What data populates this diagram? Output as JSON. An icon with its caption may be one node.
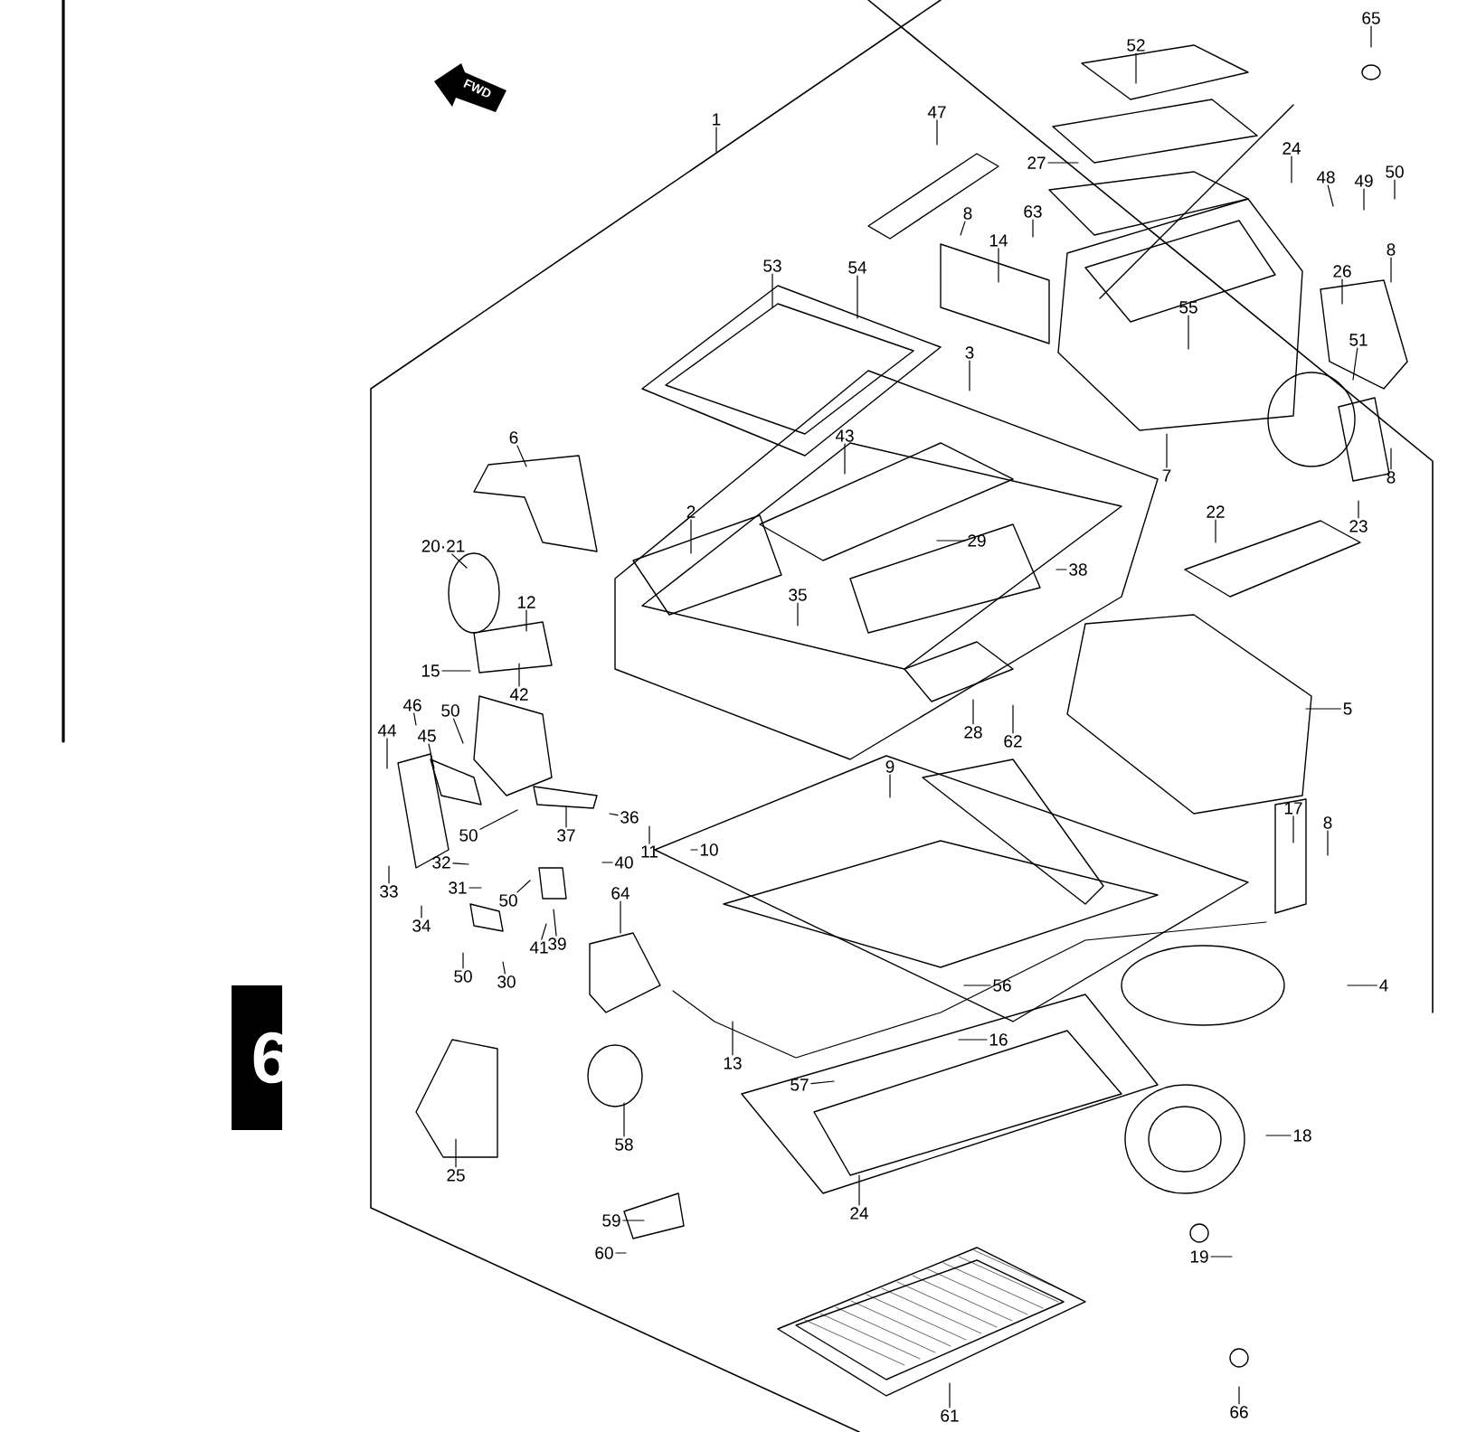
{
  "diagram": {
    "nodes": [
      {
        "text": [
          "1"
        ]
      },
      {
        "text": [
          "65"
        ]
      },
      {
        "text": [
          "52"
        ]
      },
      {
        "text": [
          "47"
        ]
      },
      {
        "text": [
          "27"
        ]
      },
      {
        "text": [
          "24"
        ]
      },
      {
        "text": [
          "48"
        ]
      },
      {
        "text": [
          "49"
        ]
      },
      {
        "text": [
          "50"
        ]
      },
      {
        "text": [
          "8"
        ]
      },
      {
        "text": [
          "14"
        ]
      },
      {
        "text": [
          "63"
        ]
      },
      {
        "text": [
          "8"
        ]
      },
      {
        "text": [
          "26"
        ]
      },
      {
        "text": [
          "55"
        ]
      },
      {
        "text": [
          "51"
        ]
      },
      {
        "text": [
          "3"
        ]
      },
      {
        "text": [
          "53"
        ]
      },
      {
        "text": [
          "54"
        ]
      },
      {
        "text": [
          "6"
        ]
      },
      {
        "text": [
          "43"
        ]
      },
      {
        "text": [
          "22"
        ]
      },
      {
        "text": [
          "8"
        ]
      },
      {
        "text": [
          "23"
        ]
      },
      {
        "text": [
          "7"
        ]
      },
      {
        "text": [
          "2"
        ]
      },
      {
        "text": [
          "29"
        ]
      },
      {
        "text": [
          "20·21"
        ]
      },
      {
        "text": [
          "12"
        ]
      },
      {
        "text": [
          "38"
        ]
      },
      {
        "text": [
          "15"
        ]
      },
      {
        "text": [
          "35"
        ]
      },
      {
        "text": [
          "42"
        ]
      },
      {
        "text": [
          "46"
        ]
      },
      {
        "text": [
          "50"
        ]
      },
      {
        "text": [
          "44"
        ]
      },
      {
        "text": [
          "45"
        ]
      },
      {
        "text": [
          "28"
        ]
      },
      {
        "text": [
          "62"
        ]
      },
      {
        "text": [
          "5"
        ]
      },
      {
        "text": [
          "9"
        ]
      },
      {
        "text": [
          "36"
        ]
      },
      {
        "text": [
          "50"
        ]
      },
      {
        "text": [
          "37"
        ]
      },
      {
        "text": [
          "10"
        ]
      },
      {
        "text": [
          "11"
        ]
      },
      {
        "text": [
          "40"
        ]
      },
      {
        "text": [
          "32"
        ]
      },
      {
        "text": [
          "17"
        ]
      },
      {
        "text": [
          "8"
        ]
      },
      {
        "text": [
          "33"
        ]
      },
      {
        "text": [
          "31"
        ]
      },
      {
        "text": [
          "50"
        ]
      },
      {
        "text": [
          "41"
        ]
      },
      {
        "text": [
          "39"
        ]
      },
      {
        "text": [
          "64"
        ]
      },
      {
        "text": [
          "34"
        ]
      },
      {
        "text": [
          "50"
        ]
      },
      {
        "text": [
          "30"
        ]
      },
      {
        "text": [
          "4"
        ]
      },
      {
        "text": [
          "56"
        ]
      },
      {
        "text": [
          "13"
        ]
      },
      {
        "text": [
          "16"
        ]
      },
      {
        "text": [
          "57"
        ]
      },
      {
        "text": [
          "18"
        ]
      },
      {
        "text": [
          "58"
        ]
      },
      {
        "text": [
          "25"
        ]
      },
      {
        "text": [
          "24"
        ]
      },
      {
        "text": [
          "59"
        ]
      },
      {
        "text": [
          "60"
        ]
      },
      {
        "text": [
          "19"
        ]
      },
      {
        "text": [
          "61"
        ]
      },
      {
        "text": [
          "66"
        ]
      }
    ],
    "edges": [
      {
        "from": 0,
        "to": null,
        "arrow": "none"
      },
      {
        "from": 1,
        "to": null,
        "arrow": "none"
      },
      {
        "from": 2,
        "to": null,
        "arrow": "none"
      },
      {
        "from": 3,
        "to": null,
        "arrow": "none"
      },
      {
        "from": 4,
        "to": null,
        "arrow": "none"
      },
      {
        "from": 5,
        "to": null,
        "arrow": "none"
      },
      {
        "from": 6,
        "to": null,
        "arrow": "none"
      },
      {
        "from": 7,
        "to": null,
        "arrow": "none"
      },
      {
        "from": 8,
        "to": null,
        "arrow": "none"
      },
      {
        "from": 9,
        "to": null,
        "arrow": "none"
      },
      {
        "from": 10,
        "to": null,
        "arrow": "none"
      },
      {
        "from": 11,
        "to": null,
        "arrow": "none"
      },
      {
        "from": 12,
        "to": null,
        "arrow": "none"
      },
      {
        "from": 13,
        "to": null,
        "arrow": "none"
      },
      {
        "from": 14,
        "to": null,
        "arrow": "none"
      },
      {
        "from": 15,
        "to": null,
        "arrow": "none"
      },
      {
        "from": 16,
        "to": null,
        "arrow": "none"
      },
      {
        "from": 17,
        "to": null,
        "arrow": "none"
      },
      {
        "from": 18,
        "to": null,
        "arrow": "none"
      },
      {
        "from": 19,
        "to": null,
        "arrow": "none"
      },
      {
        "from": 20,
        "to": null,
        "arrow": "none"
      },
      {
        "from": 21,
        "to": null,
        "arrow": "none"
      },
      {
        "from": 22,
        "to": null,
        "arrow": "none"
      },
      {
        "from": 23,
        "to": null,
        "arrow": "none"
      },
      {
        "from": 24,
        "to": null,
        "arrow": "none"
      },
      {
        "from": 25,
        "to": null,
        "arrow": "none"
      },
      {
        "from": 26,
        "to": null,
        "arrow": "none"
      },
      {
        "from": 27,
        "to": null,
        "arrow": "none"
      },
      {
        "from": 28,
        "to": null,
        "arrow": "none"
      },
      {
        "from": 29,
        "to": null,
        "arrow": "none"
      },
      {
        "from": 30,
        "to": null,
        "arrow": "none"
      },
      {
        "from": 31,
        "to": null,
        "arrow": "none"
      },
      {
        "from": 32,
        "to": null,
        "arrow": "none"
      },
      {
        "from": 33,
        "to": null,
        "arrow": "none"
      },
      {
        "from": 34,
        "to": null,
        "arrow": "none"
      },
      {
        "from": 35,
        "to": null,
        "arrow": "none"
      },
      {
        "from": 36,
        "to": null,
        "arrow": "none"
      },
      {
        "from": 37,
        "to": null,
        "arrow": "none"
      },
      {
        "from": 38,
        "to": null,
        "arrow": "none"
      },
      {
        "from": 39,
        "to": null,
        "arrow": "none"
      },
      {
        "from": 40,
        "to": null,
        "arrow": "none"
      },
      {
        "from": 41,
        "to": null,
        "arrow": "none"
      },
      {
        "from": 42,
        "to": null,
        "arrow": "none"
      },
      {
        "from": 43,
        "to": null,
        "arrow": "none"
      },
      {
        "from": 44,
        "to": null,
        "arrow": "none"
      },
      {
        "from": 45,
        "to": null,
        "arrow": "none"
      },
      {
        "from": 46,
        "to": null,
        "arrow": "none"
      },
      {
        "from": 47,
        "to": null,
        "arrow": "none"
      },
      {
        "from": 48,
        "to": null,
        "arrow": "none"
      },
      {
        "from": 49,
        "to": null,
        "arrow": "none"
      },
      {
        "from": 50,
        "to": null,
        "arrow": "none"
      },
      {
        "from": 51,
        "to": null,
        "arrow": "none"
      },
      {
        "from": 52,
        "to": null,
        "arrow": "none"
      },
      {
        "from": 53,
        "to": null,
        "arrow": "none"
      },
      {
        "from": 54,
        "to": null,
        "arrow": "none"
      },
      {
        "from": 55,
        "to": null,
        "arrow": "none"
      },
      {
        "from": 56,
        "to": null,
        "arrow": "none"
      },
      {
        "from": 57,
        "to": null,
        "arrow": "none"
      },
      {
        "from": 58,
        "to": null,
        "arrow": "none"
      },
      {
        "from": 59,
        "to": null,
        "arrow": "none"
      },
      {
        "from": 60,
        "to": null,
        "arrow": "none"
      },
      {
        "from": 61,
        "to": null,
        "arrow": "none"
      },
      {
        "from": 62,
        "to": null,
        "arrow": "none"
      },
      {
        "from": 63,
        "to": null,
        "arrow": "none"
      },
      {
        "from": 64,
        "to": null,
        "arrow": "none"
      },
      {
        "from": 65,
        "to": null,
        "arrow": "none"
      },
      {
        "from": 66,
        "to": null,
        "arrow": "none"
      },
      {
        "from": 67,
        "to": null,
        "arrow": "none"
      },
      {
        "from": 68,
        "to": null,
        "arrow": "none"
      },
      {
        "from": 69,
        "to": null,
        "arrow": "none"
      },
      {
        "from": 70,
        "to": null,
        "arrow": "none"
      },
      {
        "from": 71,
        "to": null,
        "arrow": "none"
      },
      {
        "from": 72,
        "to": null,
        "arrow": "none"
      }
    ],
    "labels": [
      "FWD",
      "6"
    ]
  }
}
